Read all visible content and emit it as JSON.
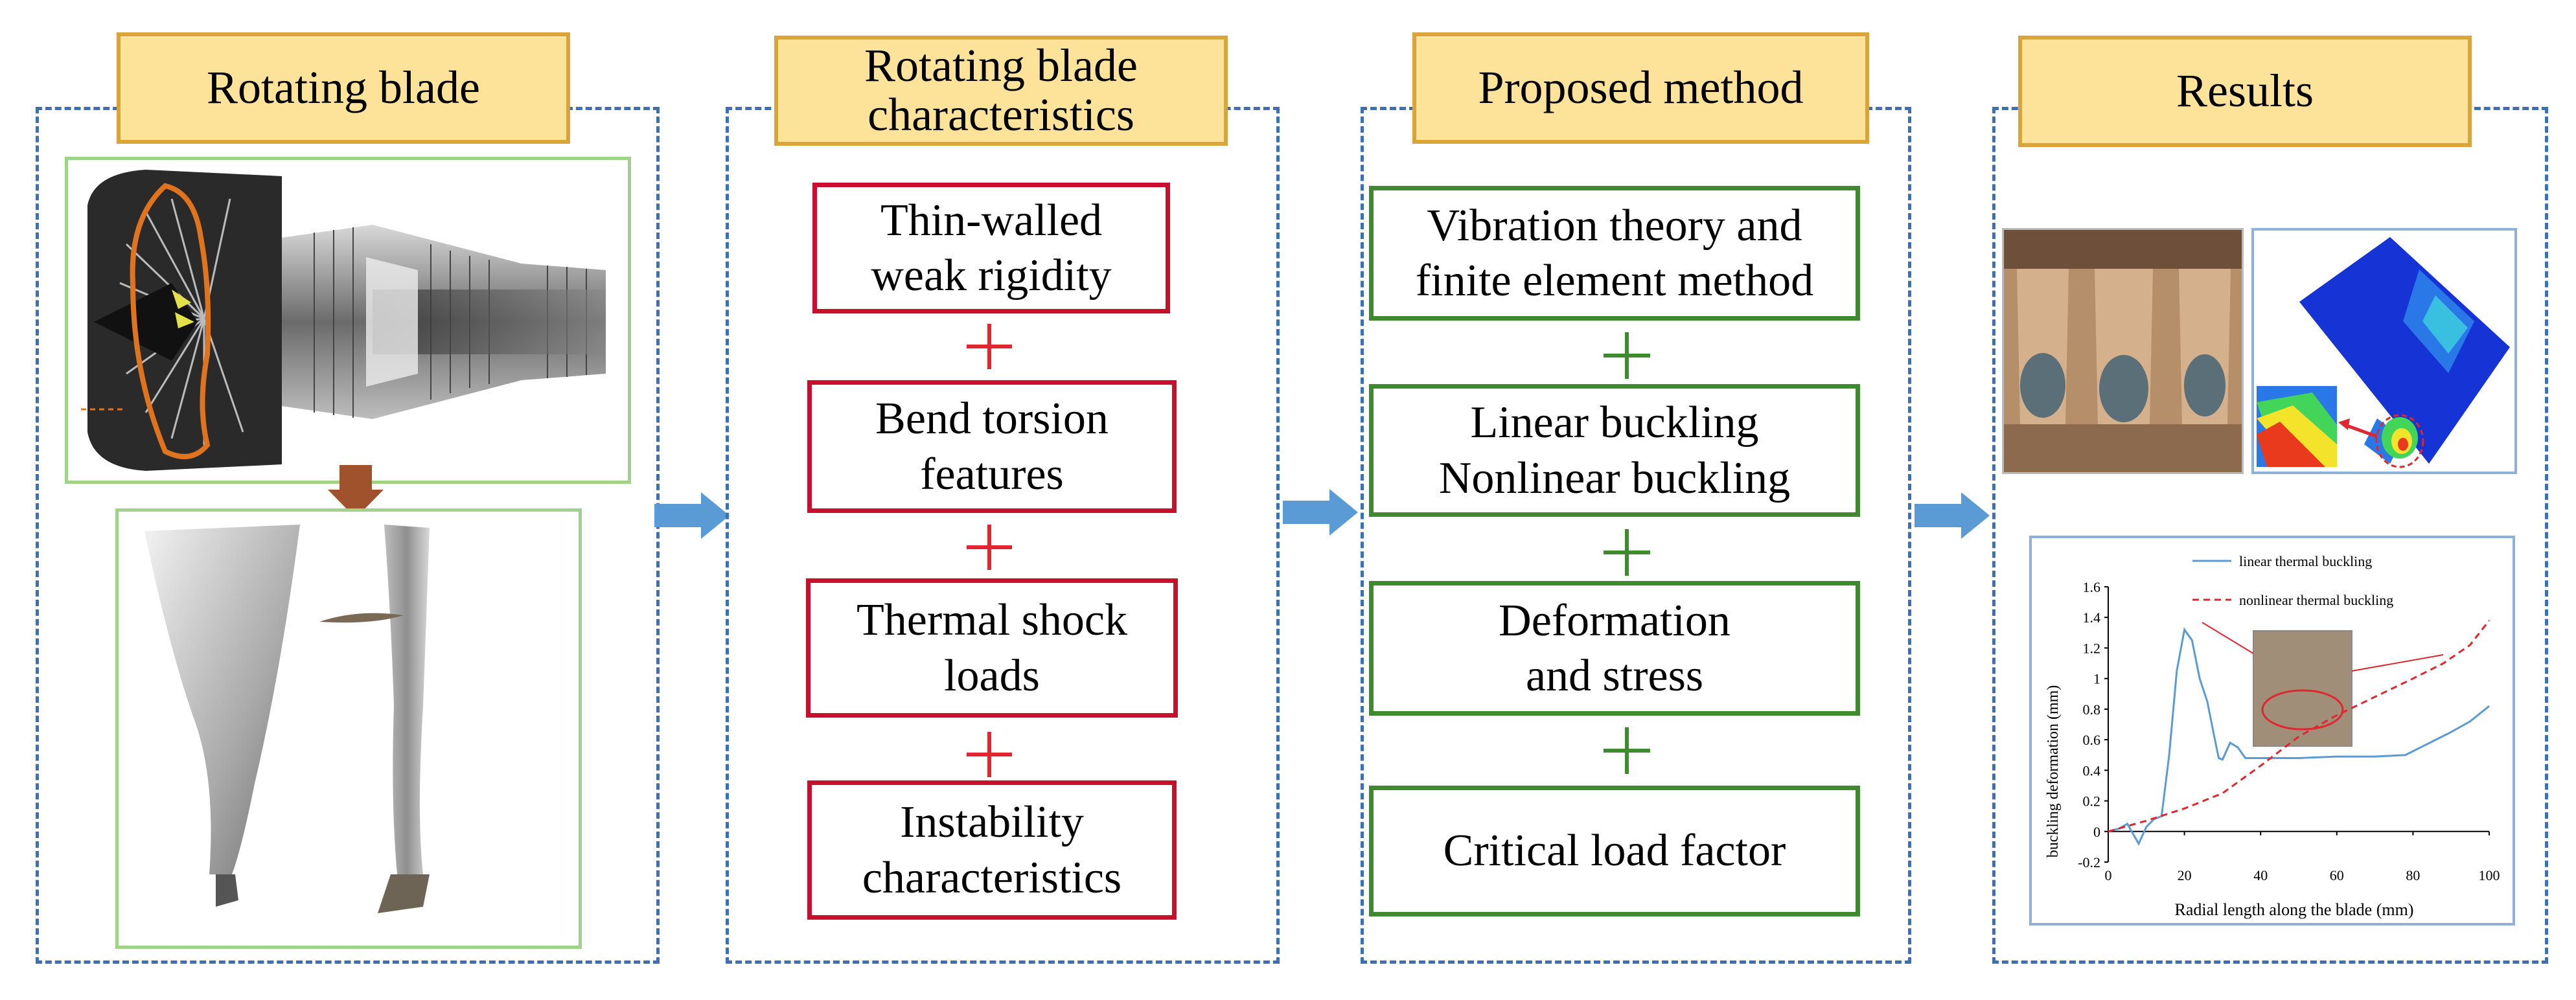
{
  "panels": {
    "rotating_blade": {
      "title": "Rotating blade"
    },
    "characteristics": {
      "title": "Rotating blade\ncharacteristics",
      "items": [
        "Thin-walled\nweak rigidity",
        "Bend torsion\nfeatures",
        "Thermal shock\nloads",
        "Instability\ncharacteristics"
      ]
    },
    "method": {
      "title": "Proposed method",
      "items": [
        "Vibration theory and\nfinite element method",
        "Linear buckling\nNonlinear buckling",
        "Deformation\nand stress",
        "Critical load factor"
      ]
    },
    "results": {
      "title": "Results"
    }
  },
  "colors": {
    "panel_border": "#3b6fb6",
    "title_fill": "#fde39a",
    "title_border": "#d9a43a",
    "red_border": "#c8102e",
    "green_border": "#3f8a2e",
    "arrow": "#5b9bd5"
  },
  "chart_data": {
    "type": "line",
    "xlabel": "Radial length along  the blade  (mm)",
    "ylabel": "buckling deformation (mm)",
    "xlim": [
      0,
      100
    ],
    "ylim": [
      -0.2,
      1.6
    ],
    "xticks": [
      "0",
      "20",
      "40",
      "60",
      "80",
      "100"
    ],
    "yticks": [
      "-0.2",
      "0",
      "0.2",
      "0.4",
      "0.6",
      "0.8",
      "1",
      "1.2",
      "1.4",
      "1.6"
    ],
    "legend_position": "top-right",
    "series": [
      {
        "name": "linear thermal buckling",
        "color": "#5b9bd5",
        "style": "solid",
        "x": [
          0,
          3,
          5,
          8,
          10,
          12,
          14,
          16,
          18,
          20,
          22,
          24,
          26,
          28,
          29,
          30,
          32,
          34,
          36,
          40,
          50,
          60,
          70,
          78,
          82,
          86,
          90,
          95,
          100
        ],
        "y": [
          0,
          0.02,
          0.05,
          -0.08,
          0.03,
          0.08,
          0.1,
          0.5,
          1.05,
          1.32,
          1.25,
          1.0,
          0.85,
          0.6,
          0.48,
          0.47,
          0.58,
          0.55,
          0.48,
          0.48,
          0.48,
          0.49,
          0.49,
          0.5,
          0.55,
          0.6,
          0.65,
          0.72,
          0.82
        ]
      },
      {
        "name": "nonlinear thermal buckling",
        "color": "#e0262e",
        "style": "dashed",
        "x": [
          0,
          10,
          20,
          30,
          40,
          50,
          60,
          70,
          80,
          88,
          95,
          100
        ],
        "y": [
          0,
          0.07,
          0.15,
          0.25,
          0.43,
          0.62,
          0.76,
          0.88,
          1.0,
          1.1,
          1.22,
          1.38
        ]
      }
    ]
  }
}
